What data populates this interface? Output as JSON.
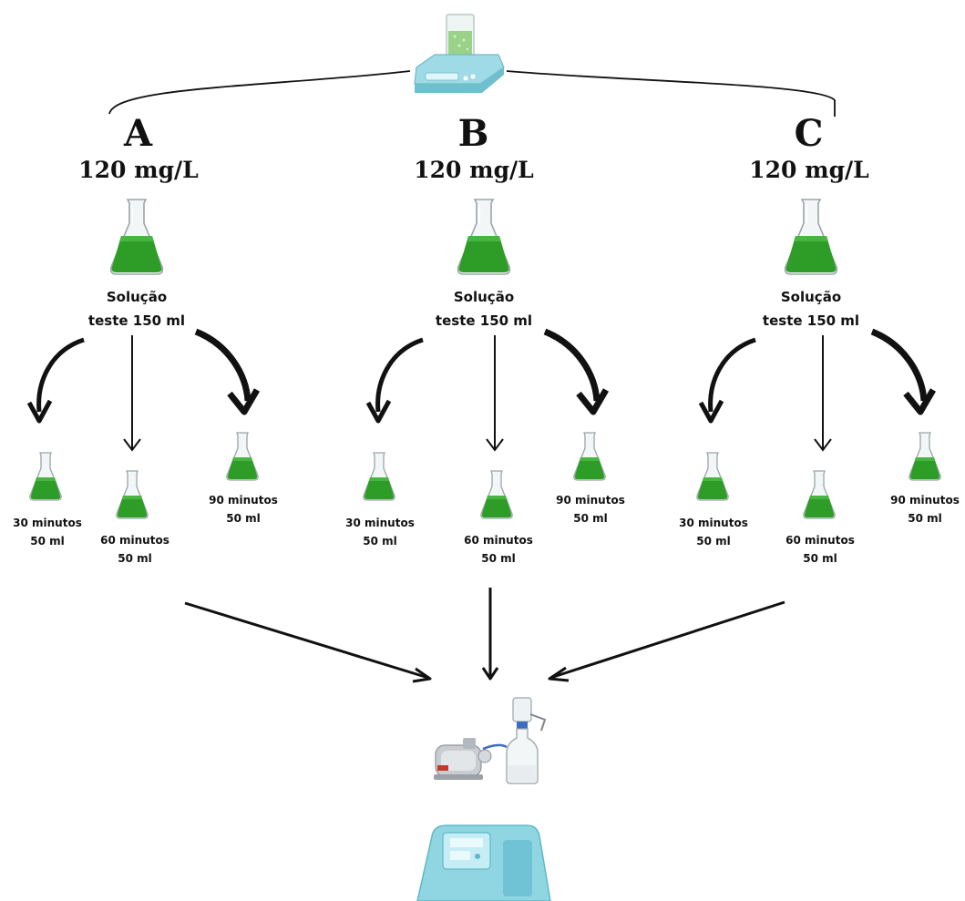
{
  "groups": [
    {
      "letter": "A",
      "concentration": "120 mg/L",
      "solution": [
        "Solução",
        "teste 150 ml"
      ],
      "samples": [
        {
          "time": "30 minutos",
          "volume": "50 ml"
        },
        {
          "time": "60 minutos",
          "volume": "50 ml"
        },
        {
          "time": "90 minutos",
          "volume": "50 ml"
        }
      ]
    },
    {
      "letter": "B",
      "concentration": "120 mg/L",
      "solution": [
        "Solução",
        "teste 150 ml"
      ],
      "samples": [
        {
          "time": "30 minutos",
          "volume": "50 ml"
        },
        {
          "time": "60 minutos",
          "volume": "50 ml"
        },
        {
          "time": "90 minutos",
          "volume": "50 ml"
        }
      ]
    },
    {
      "letter": "C",
      "concentration": "120 mg/L",
      "solution": [
        "Solução",
        "teste 150 ml"
      ],
      "samples": [
        {
          "time": "30 minutos",
          "volume": "50 ml"
        },
        {
          "time": "60 minutos",
          "volume": "50 ml"
        },
        {
          "time": "90 minutos",
          "volume": "50 ml"
        }
      ]
    }
  ],
  "icons": {
    "top": "magnetic-stirrer-icon",
    "flask": "erlenmeyer-flask-icon",
    "filter": "vacuum-filtration-icon",
    "spectro": "spectrophotometer-icon"
  },
  "colors": {
    "liquid": "#2e9d27",
    "liquid_dark": "#1f7a1c",
    "glass": "#f3f6f7",
    "device": "#8fd6e2",
    "device_dark": "#5fb8c9"
  }
}
